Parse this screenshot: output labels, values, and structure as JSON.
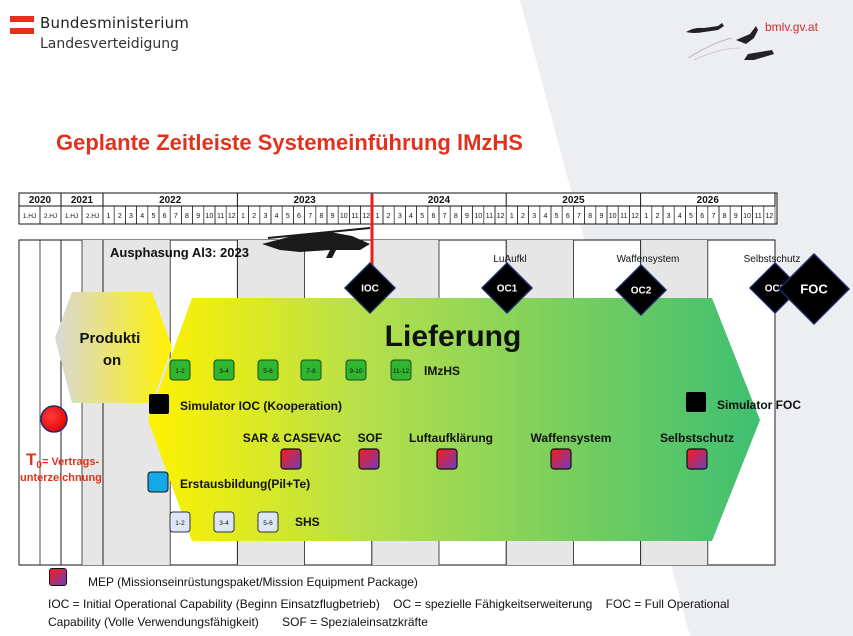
{
  "header": {
    "org_line1": "Bundesministerium",
    "org_line2": "Landesverteidigung",
    "website": "bmlv.gv.at"
  },
  "title": "Geplante Zeitleiste Systemeinführung lMzHS",
  "timeline": {
    "years": [
      {
        "label": "2020",
        "months": [
          "1.HJ",
          "2.HJ"
        ]
      },
      {
        "label": "2021",
        "months": [
          "1.HJ",
          "2.HJ"
        ]
      },
      {
        "label": "2022",
        "months": [
          "1",
          "2",
          "3",
          "4",
          "5",
          "6",
          "7",
          "8",
          "9",
          "10",
          "11",
          "12"
        ]
      },
      {
        "label": "2023",
        "months": [
          "1",
          "2",
          "3",
          "4",
          "5",
          "6",
          "7",
          "8",
          "9",
          "10",
          "11",
          "12"
        ]
      },
      {
        "label": "2024",
        "months": [
          "1",
          "2",
          "3",
          "4",
          "5",
          "6",
          "7",
          "8",
          "9",
          "10",
          "11",
          "12"
        ]
      },
      {
        "label": "2025",
        "months": [
          "1",
          "2",
          "3",
          "4",
          "5",
          "6",
          "7",
          "8",
          "9",
          "10",
          "11",
          "12"
        ]
      },
      {
        "label": "2026",
        "months": [
          "1",
          "2",
          "3",
          "4",
          "5",
          "6",
          "7",
          "8",
          "9",
          "10",
          "11",
          "12"
        ]
      }
    ]
  },
  "phaseout": "Ausphasung Al3: 2023",
  "production_label": "Produkti on",
  "delivery_label": "Lieferung",
  "t0": {
    "symbol": "T",
    "subscript": "0",
    "text": "= Vertrags-unterzeichnung"
  },
  "milestones": [
    {
      "code": "IOC",
      "caption": ""
    },
    {
      "code": "OC1",
      "caption": "LuAufkl"
    },
    {
      "code": "OC2",
      "caption": "Waffensystem"
    },
    {
      "code": "OC3",
      "caption": "Selbstschutz"
    },
    {
      "code": "FOC",
      "caption": ""
    }
  ],
  "lmzhs": {
    "label": "lMzHS",
    "batches": [
      "1-2",
      "3-4",
      "5-6",
      "7-8",
      "9-10",
      "11-12"
    ]
  },
  "simulators": {
    "ioc": "Simulator IOC (Kooperation)",
    "foc": "Simulator FOC"
  },
  "capabilities": [
    "SAR & CASEVAC",
    "SOF",
    "Luftaufklärung",
    "Waffensystem",
    "Selbstschutz"
  ],
  "training": {
    "label": "Erstausbildung(Pil+Te)"
  },
  "shs": {
    "label": "SHS",
    "batches": [
      "1-2",
      "3-4",
      "5-6"
    ]
  },
  "legend": {
    "mep": "MEP (Missionseinrüstungspaket/Mission Equipment Package)",
    "line1": "IOC = Initial Operational Capability (Beginn Einsatzflugbetrieb)    OC = spezielle Fähigkeitserweiterung    FOC = Full Operational",
    "line2": "Capability (Volle Verwendungsfähigkeit)       SOF = Spezialeinsatzkräfte"
  },
  "colors": {
    "heading": "#e2321d",
    "batch_green": "#2fb52f",
    "batch_shs": "#dde6f4",
    "training": "#14a9e6",
    "milestone": "#000000",
    "today_line": "#ee1c1c"
  }
}
